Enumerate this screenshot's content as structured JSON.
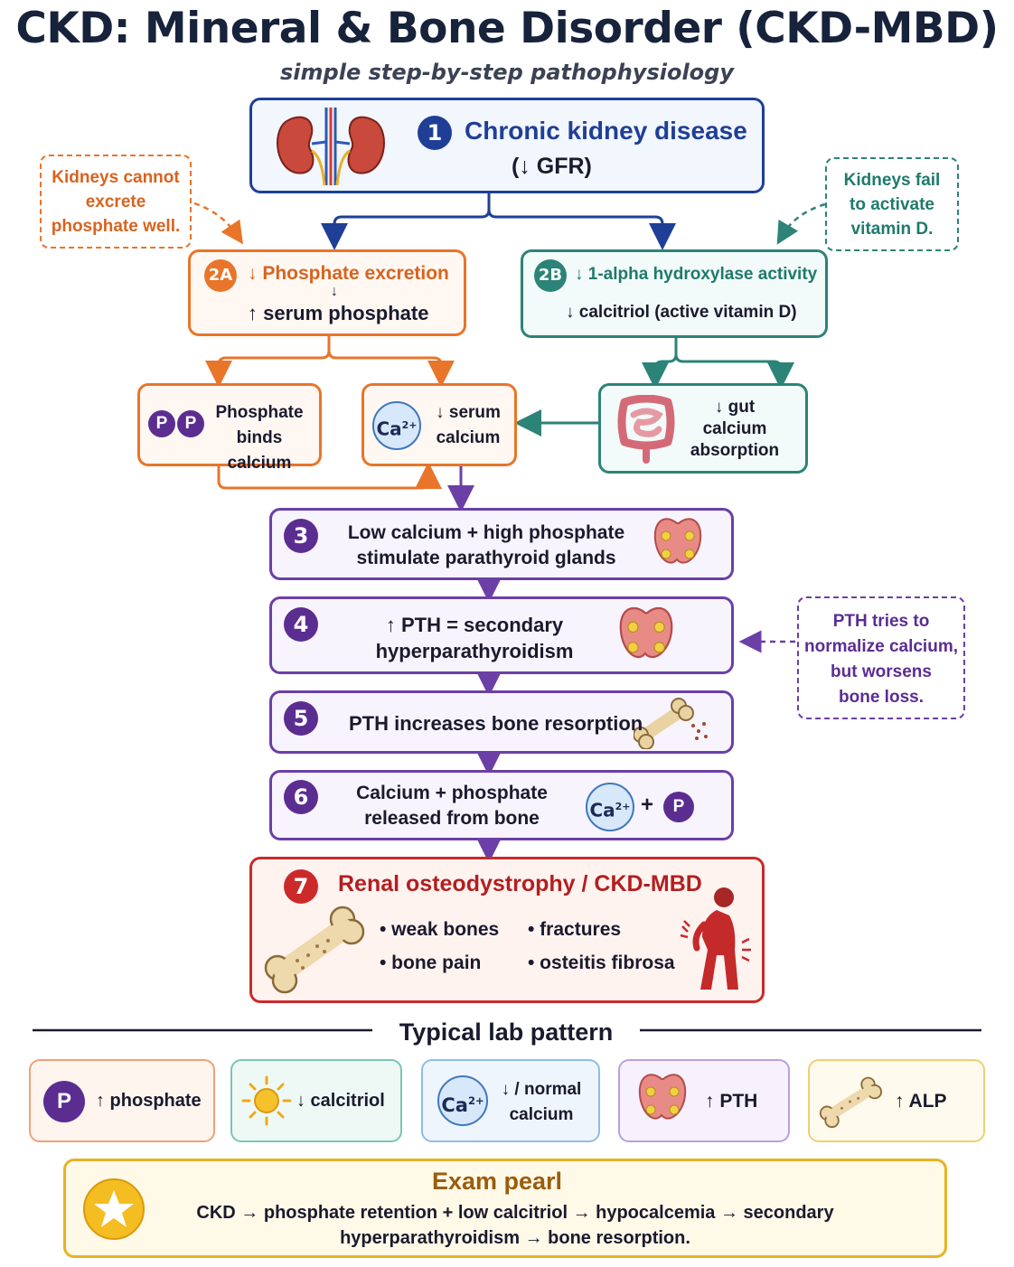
{
  "title": "CKD: Mineral & Bone Disorder (CKD-MBD)",
  "subtitle": "simple step-by-step pathophysiology",
  "step1": {
    "num": "1",
    "title": "Chronic kidney disease",
    "sub": "(↓ GFR)"
  },
  "note_left": {
    "line1": "Kidneys cannot",
    "line2": "excrete",
    "line3": "phosphate well."
  },
  "note_right": {
    "line1": "Kidneys fail",
    "line2": "to activate",
    "line3": "vitamin D."
  },
  "step2a": {
    "num": "2A",
    "line1": "↓ Phosphate excretion",
    "arrow": "↓",
    "line2": "↑ serum phosphate"
  },
  "step2b": {
    "num": "2B",
    "line1": "↓ 1-alpha hydroxylase activity",
    "line2": "↓ calcitriol (active vitamin D)"
  },
  "binds": {
    "p1": "P",
    "p2": "P",
    "line1": "Phosphate",
    "line2": "binds calcium"
  },
  "serum_ca": {
    "ca": "Ca",
    "charge": "2+",
    "line1": "↓ serum",
    "line2": "calcium"
  },
  "gut": {
    "line1": "↓ gut",
    "line2": "calcium",
    "line3": "absorption"
  },
  "step3": {
    "num": "3",
    "line1": "Low calcium + high phosphate",
    "line2": "stimulate parathyroid glands"
  },
  "step4": {
    "num": "4",
    "line1": "↑ PTH = secondary",
    "line2": "hyperparathyroidism"
  },
  "note_pth": {
    "line1": "PTH tries to",
    "line2": "normalize calcium,",
    "line3": "but worsens",
    "line4": "bone loss."
  },
  "step5": {
    "num": "5",
    "line1": "PTH increases bone resorption"
  },
  "step6": {
    "num": "6",
    "line1": "Calcium + phosphate",
    "line2": "released from bone",
    "ca": "Ca",
    "charge": "2+",
    "plus": "+",
    "p": "P"
  },
  "step7": {
    "num": "7",
    "title": "Renal osteodystrophy / CKD-MBD",
    "b1": "• weak bones",
    "b2": "• fractures",
    "b3": "• bone pain",
    "b4": "• osteitis fibrosa"
  },
  "labs_title": "Typical lab pattern",
  "labs": [
    {
      "icon": "P",
      "label": "↑ phosphate"
    },
    {
      "label": "↓ calcitriol"
    },
    {
      "ca": "Ca",
      "charge": "2+",
      "line1": "↓ / normal",
      "line2": "calcium"
    },
    {
      "label": "↑ PTH"
    },
    {
      "label": "↑ ALP"
    }
  ],
  "pearl": {
    "title": "Exam pearl",
    "line1": "CKD → phosphate retention + low calcitriol → hypocalcemia → secondary",
    "line2": "hyperparathyroidism → bone resorption."
  },
  "colors": {
    "navy": "#1f3f97",
    "orange": "#e8752a",
    "teal": "#2c8377",
    "purple": "#6c3fa6",
    "red": "#cc2a2a",
    "gold": "#e6b422"
  }
}
